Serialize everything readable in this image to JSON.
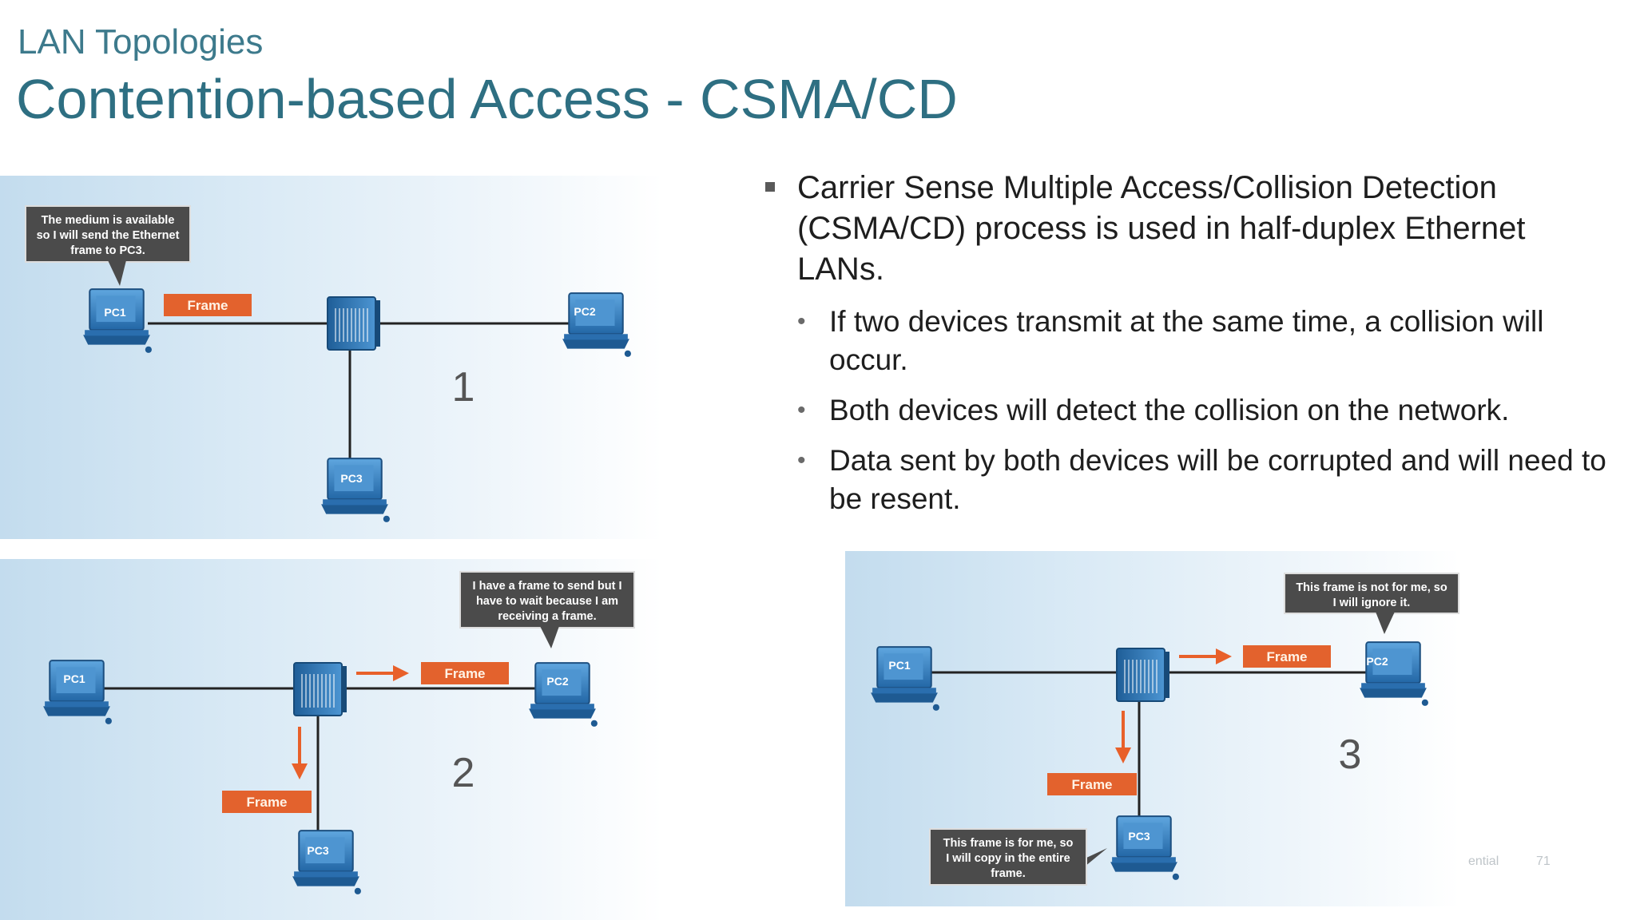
{
  "slide": {
    "subtitle": "LAN Topologies",
    "title": "Contention-based Access - CSMA/CD",
    "main_bullet": "Carrier Sense Multiple Access/Collision Detection (CSMA/CD) process is used in half-duplex Ethernet LANs.",
    "sub_bullets": [
      "If two devices transmit at the same time, a collision will occur.",
      "Both devices will detect the collision on the network.",
      "Data sent by both devices will be corrupted and will need to be resent."
    ],
    "footer_confidential": "ential",
    "footer_page": "71"
  },
  "figures": {
    "panel1": {
      "number": "1",
      "callout": [
        "The medium is available",
        "so I will send the Ethernet",
        "frame to PC3."
      ],
      "frame_label": "Frame",
      "pc1": "PC1",
      "pc2": "PC2",
      "pc3": "PC3"
    },
    "panel2": {
      "number": "2",
      "callout": [
        "I have a frame to send but I",
        "have to wait because I am",
        "receiving a frame."
      ],
      "frame_right": "Frame",
      "frame_down": "Frame",
      "pc1": "PC1",
      "pc2": "PC2",
      "pc3": "PC3"
    },
    "panel3": {
      "number": "3",
      "callout_top": [
        "This frame is not for me, so",
        "I will ignore it."
      ],
      "callout_bottom": [
        "This frame is for me, so",
        "I will copy in the entire",
        "frame."
      ],
      "frame_right": "Frame",
      "frame_down": "Frame",
      "pc1": "PC1",
      "pc2": "PC2",
      "pc3": "PC3"
    }
  },
  "colors": {
    "title": "#2e6f82",
    "frame_box": "#e3622d",
    "callout_box": "#4b4b4b",
    "pc_blue": "#2f7fc1",
    "switch_blue": "#2f78b8",
    "arrow": "#e8602a"
  }
}
